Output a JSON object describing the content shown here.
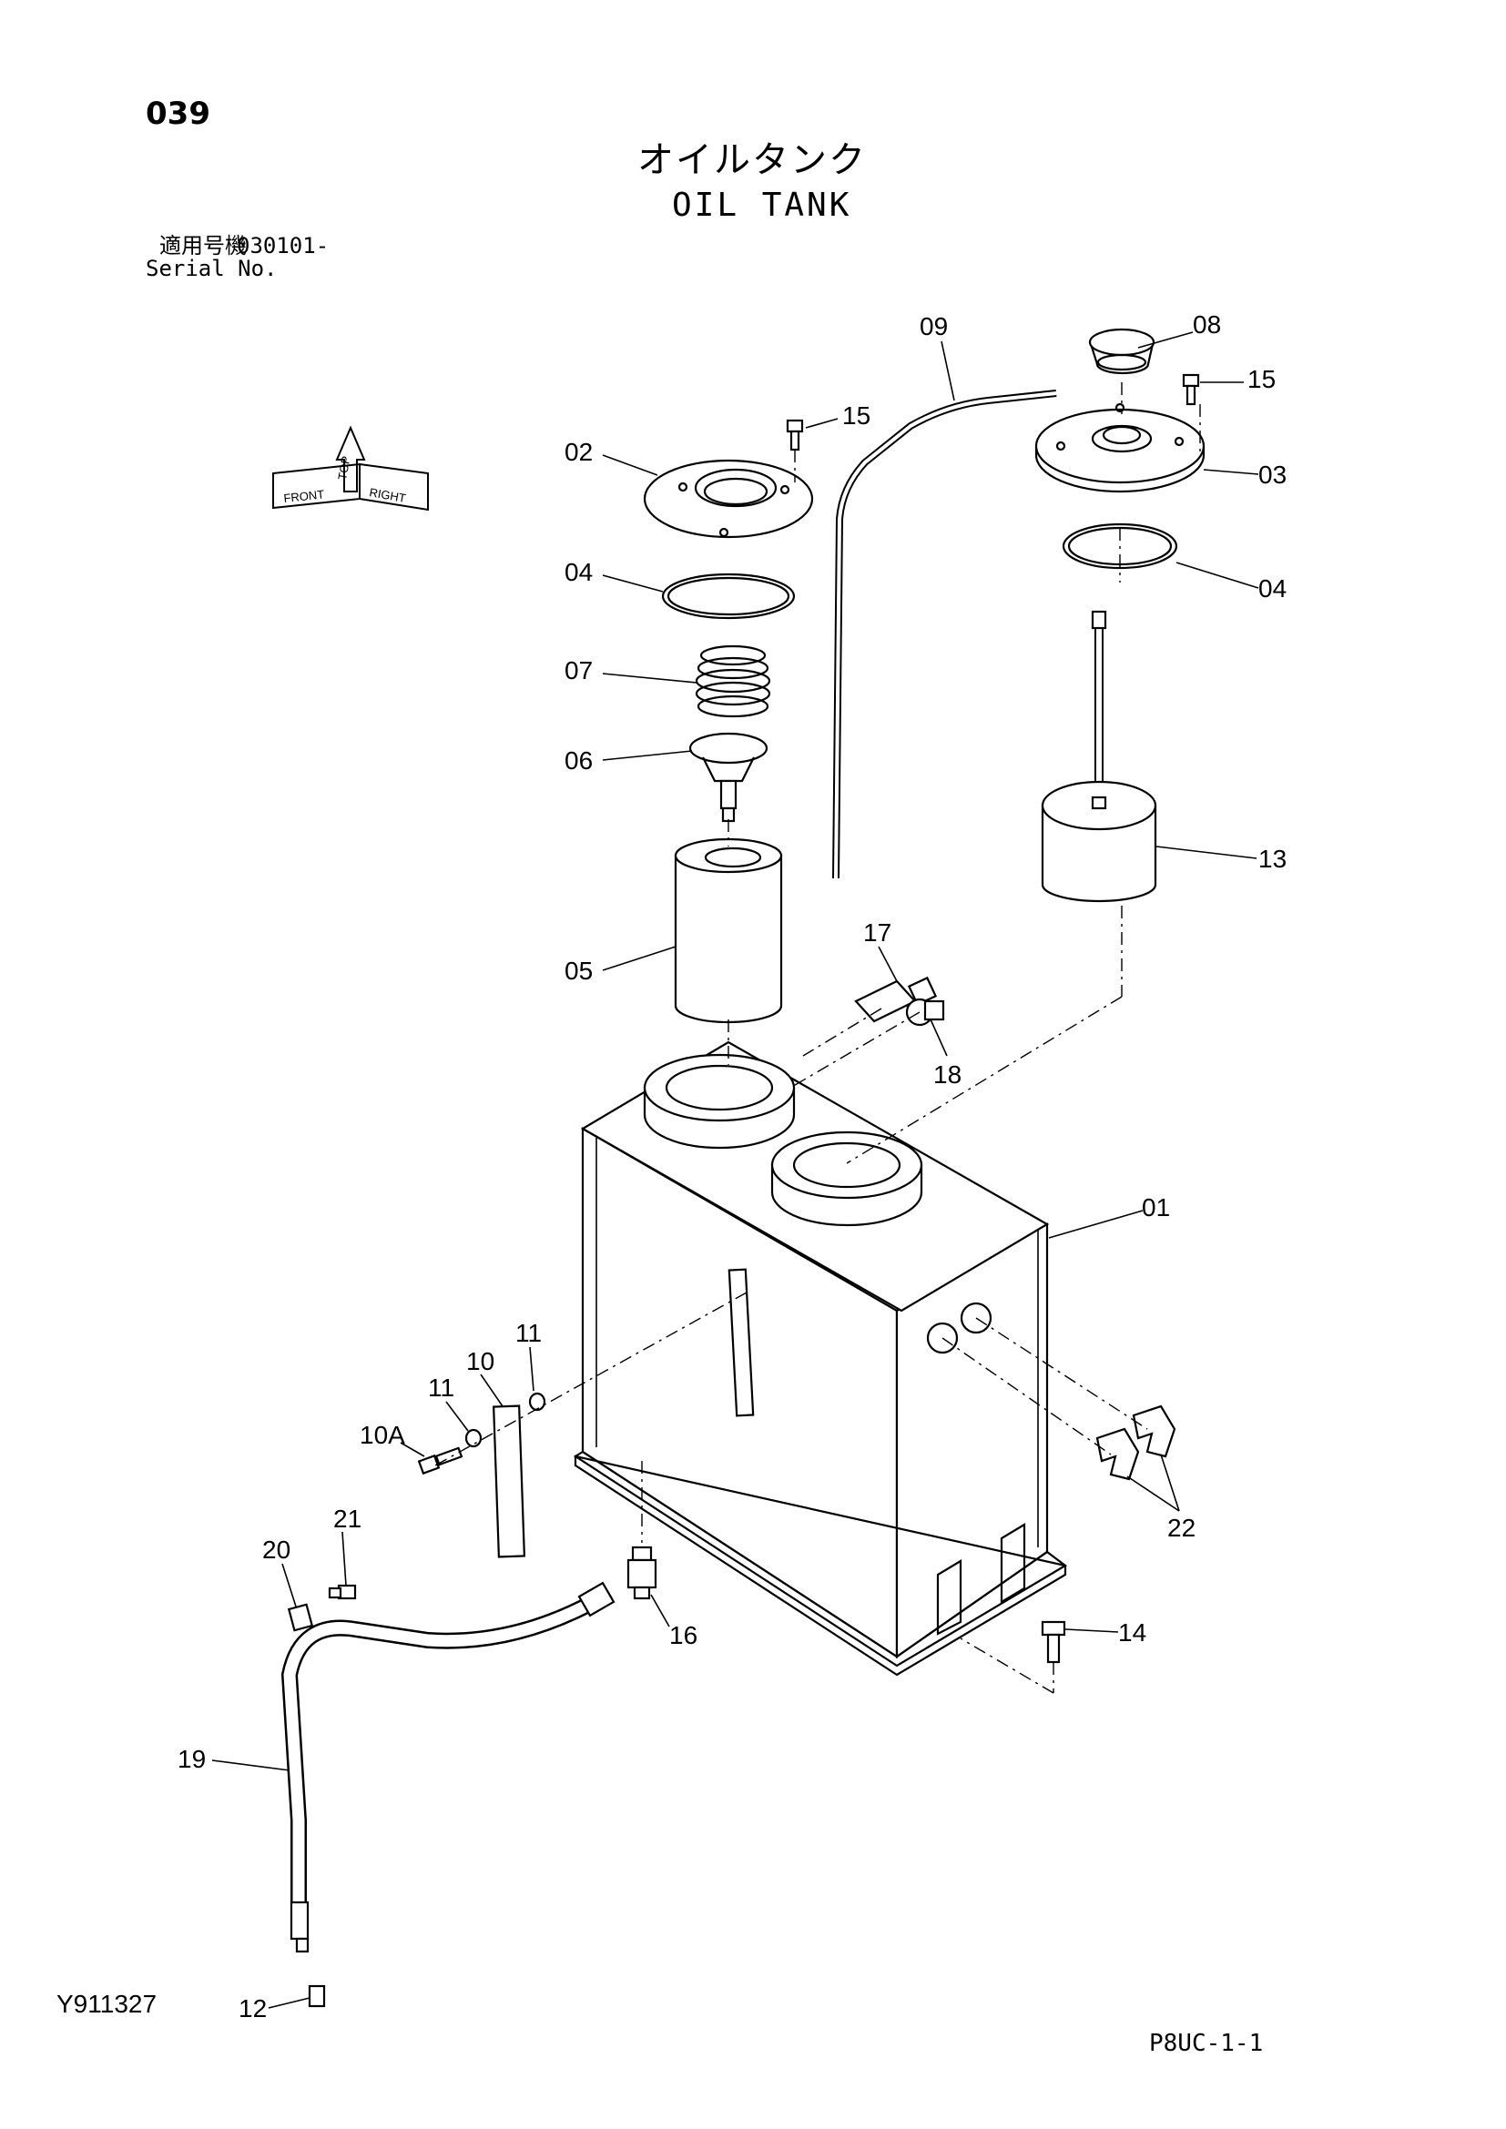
{
  "header": {
    "page_code": "039",
    "title_jp": "オイルタンク",
    "title_en": "OIL TANK",
    "serial_label_jp": "適用号機",
    "serial_number": "030101-",
    "serial_label_en": "Serial No."
  },
  "orientation_marker": {
    "labels": [
      "TOP",
      "FRONT",
      "RIGHT"
    ]
  },
  "callouts": [
    "01",
    "02",
    "03",
    "04",
    "04",
    "05",
    "06",
    "07",
    "08",
    "09",
    "10",
    "10A",
    "11",
    "11",
    "12",
    "13",
    "14",
    "15",
    "15",
    "16",
    "17",
    "18",
    "19",
    "20",
    "21",
    "22"
  ],
  "footer": {
    "drawing_number": "Y911327",
    "sheet_ref": "P8UC-1-1"
  }
}
